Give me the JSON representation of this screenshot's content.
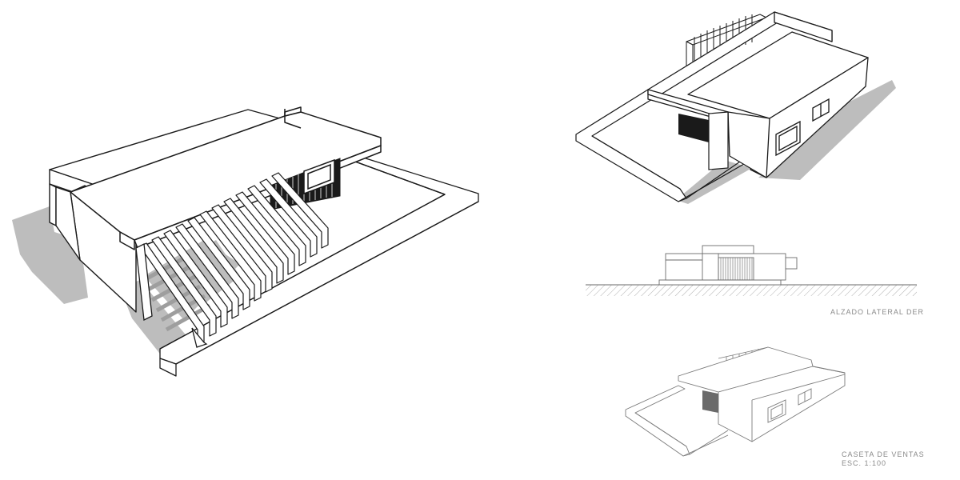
{
  "drawing": {
    "elevation_caption": "ALZADO LATERAL DER",
    "sheet_title": "CASETA DE VENTAS",
    "sheet_scale": "ESC. 1:100"
  },
  "colors": {
    "line": "#1a1a1a",
    "shadow": "#bdbdbd",
    "light_line": "#9a9a9a",
    "paper": "#ffffff"
  }
}
